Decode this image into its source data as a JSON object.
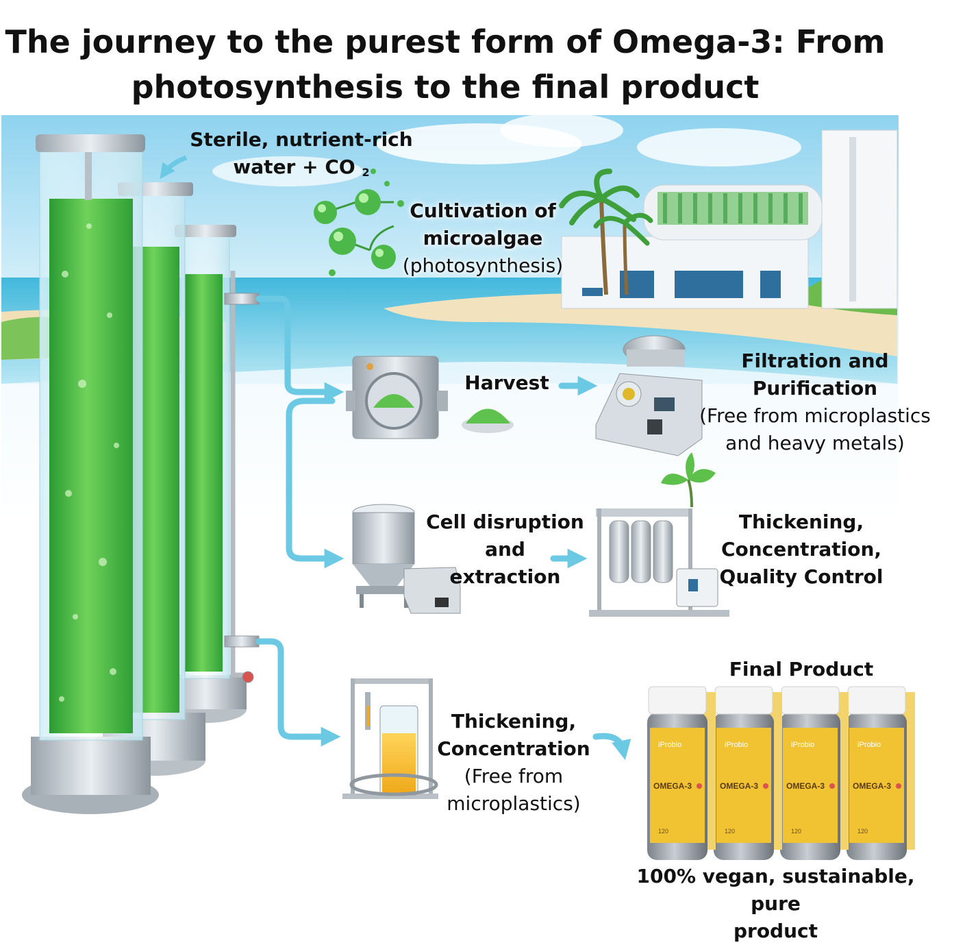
{
  "title": {
    "line1": "The journey to the purest form of Omega-3: From",
    "line2": "photosynthesis to the final product"
  },
  "steps": {
    "water": {
      "line1": "Sterile, nutrient-rich",
      "line2": "water + CO",
      "sub": "2"
    },
    "cultivation": {
      "line1": "Cultivation of",
      "line2": "microalgae",
      "note": "(photosynthesis)"
    },
    "harvest": {
      "label": "Harvest"
    },
    "filtration": {
      "line1": "Filtration and",
      "line2": "Purification",
      "note1": "(Free from microplastics",
      "note2": "and heavy metals)"
    },
    "disruption": {
      "line1": "Cell disruption",
      "line2": "and",
      "line3": "extraction"
    },
    "quality": {
      "line1": "Thickening,",
      "line2": "Concentration,",
      "line3": "Quality Control"
    },
    "thickening": {
      "line1": "Thickening,",
      "line2": "Concentration",
      "note1": "(Free from",
      "note2": "microplastics)"
    },
    "final": {
      "label": "Final Product",
      "tagline1": "100% vegan, sustainable, pure",
      "tagline2": "product"
    }
  },
  "product": {
    "brand": "iProbio",
    "name": "OMEGA-3",
    "count": "120",
    "bottles": 4
  },
  "colors": {
    "algae": "#3fae3a",
    "arrow": "#6cc9e3",
    "sky": "#bfe6f5",
    "sea": "#5fc3e3",
    "label": "#f1c232",
    "oil": "#f5b82e"
  }
}
